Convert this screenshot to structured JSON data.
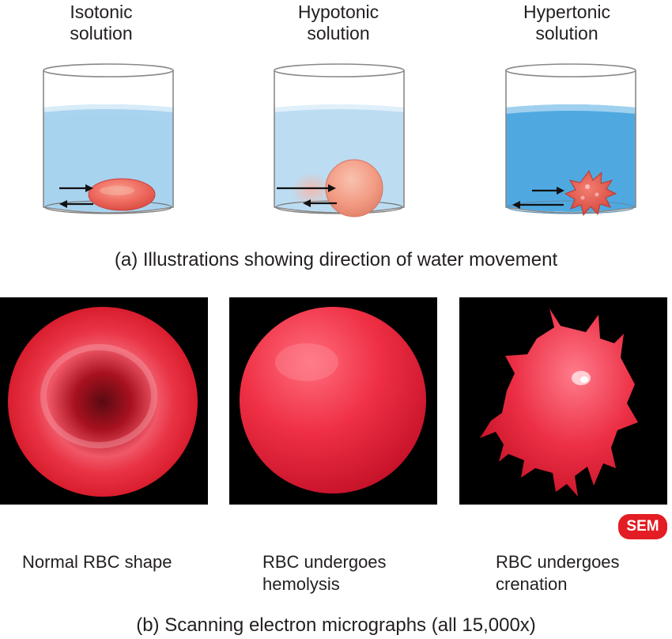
{
  "illustrations": {
    "items": [
      {
        "title_lines": [
          "Isotonic",
          "solution"
        ]
      },
      {
        "title_lines": [
          "Hypotonic",
          "solution"
        ]
      },
      {
        "title_lines": [
          "Hypertonic",
          "solution"
        ]
      }
    ],
    "caption": "(a) Illustrations showing direction of water movement"
  },
  "micrographs": {
    "items": [
      {
        "label_lines": [
          "Normal RBC shape"
        ]
      },
      {
        "label_lines": [
          "RBC undergoes",
          "hemolysis"
        ]
      },
      {
        "label_lines": [
          "RBC undergoes",
          "crenation"
        ]
      }
    ],
    "badge": "SEM",
    "caption": "(b) Scanning electron micrographs (all 15,000x)"
  },
  "colors": {
    "solution_light": "#a9d3ef",
    "solution_dark": "#4fa9e0",
    "cell": "#ef6a5f",
    "micrograph_red": "#e8293a",
    "badge": "#e31d23"
  }
}
